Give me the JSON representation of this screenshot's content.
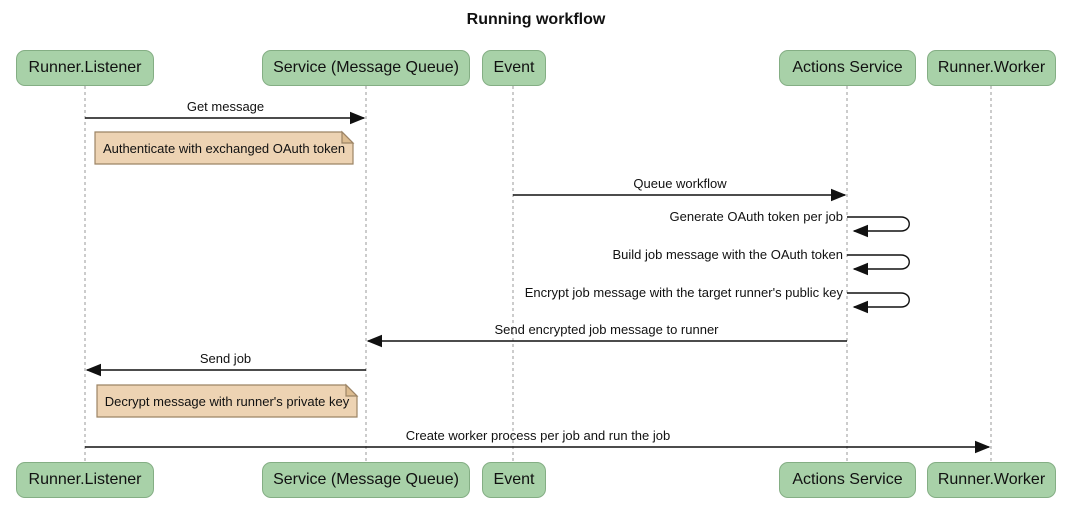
{
  "title": "Running workflow",
  "diagram_type": "sequence-diagram",
  "participants": [
    {
      "id": "runner-listener",
      "label": "Runner.Listener"
    },
    {
      "id": "service-message-queue",
      "label": "Service (Message Queue)"
    },
    {
      "id": "event",
      "label": "Event"
    },
    {
      "id": "actions-service",
      "label": "Actions Service"
    },
    {
      "id": "runner-worker",
      "label": "Runner.Worker"
    }
  ],
  "messages": [
    {
      "kind": "arrow",
      "from": "Runner.Listener",
      "to": "Service (Message Queue)",
      "label": "Get message"
    },
    {
      "kind": "note",
      "anchor": "right of Runner.Listener",
      "label": "Authenticate with exchanged OAuth token"
    },
    {
      "kind": "arrow",
      "from": "Event",
      "to": "Actions Service",
      "label": "Queue workflow"
    },
    {
      "kind": "self",
      "from": "Actions Service",
      "to": "Actions Service",
      "label": "Generate OAuth token per job"
    },
    {
      "kind": "self",
      "from": "Actions Service",
      "to": "Actions Service",
      "label": "Build job message with the OAuth token"
    },
    {
      "kind": "self",
      "from": "Actions Service",
      "to": "Actions Service",
      "label": "Encrypt job message with the target runner's public key"
    },
    {
      "kind": "arrow",
      "from": "Actions Service",
      "to": "Service (Message Queue)",
      "label": "Send encrypted job message to runner"
    },
    {
      "kind": "arrow",
      "from": "Service (Message Queue)",
      "to": "Runner.Listener",
      "label": "Send job"
    },
    {
      "kind": "note",
      "anchor": "right of Runner.Listener",
      "label": "Decrypt message with runner's private key"
    },
    {
      "kind": "arrow",
      "from": "Runner.Listener",
      "to": "Runner.Worker",
      "label": "Create worker process per job and run the job"
    }
  ],
  "colors": {
    "background": "#ffffff",
    "actor_fill": "#a8d1a8",
    "actor_border": "#84ae84",
    "note_fill": "#edd3b3",
    "note_fold": "#dcbc90",
    "note_border": "#9c8465",
    "lifeline": "#999999",
    "arrow": "#111111",
    "text": "#111111"
  }
}
